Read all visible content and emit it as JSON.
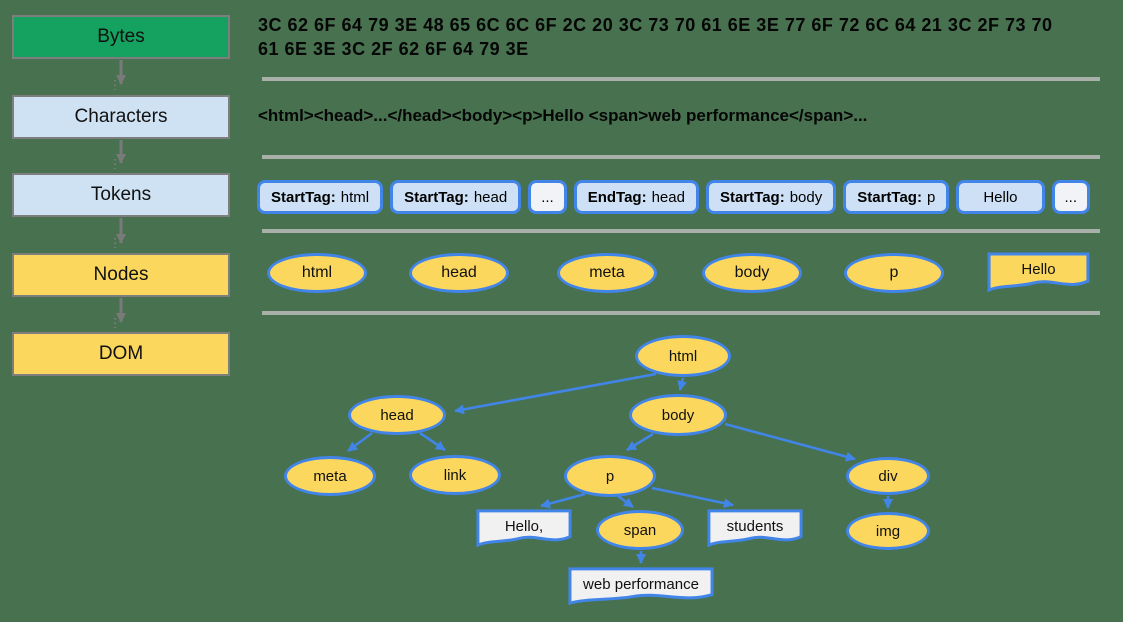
{
  "diagram_title": "Browser DOM construction pipeline",
  "colors": {
    "background": "#47714F",
    "bytes_stage_green": "#15A15F",
    "stage_light_blue": "#CFE2F3",
    "stage_yellow": "#FBD75E",
    "node_border_blue": "#4285E8",
    "box_border_gray": "#7E7E7E",
    "separator_gray": "#A9AFA9",
    "arrow_gray": "#7A7A7A",
    "text_node_fill": "#F1F1F1"
  },
  "pipeline": {
    "stages": [
      {
        "label": "Bytes"
      },
      {
        "label": "Characters"
      },
      {
        "label": "Tokens"
      },
      {
        "label": "Nodes"
      },
      {
        "label": "DOM"
      }
    ]
  },
  "bytes_row": {
    "text": "3C 62 6F 64 79 3E 48 65 6C 6C 6F 2C 20 3C 73 70 61 6E 3E 77 6F 72 6C 64 21 3C 2F 73 70 61 6E 3E 3C 2F 62 6F 64 79 3E"
  },
  "characters_row": {
    "text": "<html><head>...</head><body><p>Hello <span>web performance</span>..."
  },
  "tokens_row": {
    "tokens": [
      {
        "prefix": "StartTag:",
        "value": "html"
      },
      {
        "prefix": "StartTag:",
        "value": "head"
      },
      {
        "prefix": "",
        "value": "..."
      },
      {
        "prefix": "EndTag:",
        "value": "head"
      },
      {
        "prefix": "StartTag:",
        "value": "body"
      },
      {
        "prefix": "StartTag:",
        "value": "p"
      },
      {
        "prefix": "",
        "value": "Hello"
      },
      {
        "prefix": "",
        "value": "..."
      }
    ]
  },
  "nodes_row": {
    "items": [
      {
        "label": "html",
        "shape": "ellipse"
      },
      {
        "label": "head",
        "shape": "ellipse"
      },
      {
        "label": "meta",
        "shape": "ellipse"
      },
      {
        "label": "body",
        "shape": "ellipse"
      },
      {
        "label": "p",
        "shape": "ellipse"
      },
      {
        "label": "Hello",
        "shape": "text-node"
      }
    ]
  },
  "dom_tree": {
    "nodes": [
      {
        "id": "html",
        "label": "html",
        "kind": "element"
      },
      {
        "id": "head",
        "label": "head",
        "kind": "element"
      },
      {
        "id": "body",
        "label": "body",
        "kind": "element"
      },
      {
        "id": "meta",
        "label": "meta",
        "kind": "element"
      },
      {
        "id": "link",
        "label": "link",
        "kind": "element"
      },
      {
        "id": "p",
        "label": "p",
        "kind": "element"
      },
      {
        "id": "div",
        "label": "div",
        "kind": "element"
      },
      {
        "id": "hello",
        "label": "Hello,",
        "kind": "text"
      },
      {
        "id": "span",
        "label": "span",
        "kind": "element"
      },
      {
        "id": "students",
        "label": "students",
        "kind": "text"
      },
      {
        "id": "img",
        "label": "img",
        "kind": "element"
      },
      {
        "id": "webperf",
        "label": "web performance",
        "kind": "text"
      }
    ],
    "edges": [
      [
        "html",
        "head"
      ],
      [
        "html",
        "body"
      ],
      [
        "head",
        "meta"
      ],
      [
        "head",
        "link"
      ],
      [
        "body",
        "p"
      ],
      [
        "body",
        "div"
      ],
      [
        "p",
        "hello"
      ],
      [
        "p",
        "span"
      ],
      [
        "p",
        "students"
      ],
      [
        "span",
        "webperf"
      ],
      [
        "div",
        "img"
      ]
    ]
  }
}
